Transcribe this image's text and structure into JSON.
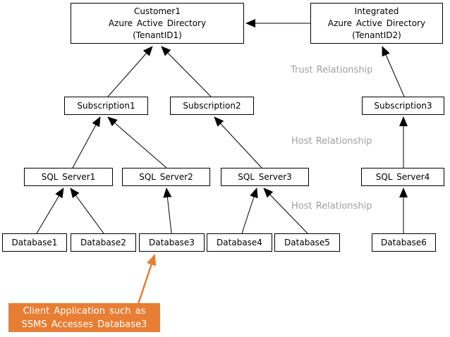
{
  "diagram": {
    "nodes": {
      "customer_aad": {
        "lines": [
          "Customer1",
          "Azure Active Directory",
          "(TenantID1)"
        ]
      },
      "integrated_aad": {
        "lines": [
          "Integrated",
          "Azure Active Directory",
          "(TenantID2)"
        ]
      },
      "subscription1": {
        "label": "Subscription1"
      },
      "subscription2": {
        "label": "Subscription2"
      },
      "subscription3": {
        "label": "Subscription3"
      },
      "sql_server1": {
        "label": "SQL Server1"
      },
      "sql_server2": {
        "label": "SQL Server2"
      },
      "sql_server3": {
        "label": "SQL Server3"
      },
      "sql_server4": {
        "label": "SQL Server4"
      },
      "database1": {
        "label": "Database1"
      },
      "database2": {
        "label": "Database2"
      },
      "database3": {
        "label": "Database3"
      },
      "database4": {
        "label": "Database4"
      },
      "database5": {
        "label": "Database5"
      },
      "database6": {
        "label": "Database6"
      }
    },
    "relationship_labels": {
      "trust": "Trust Relationship",
      "host_upper": "Host Relationship",
      "host_lower": "Host Relationship"
    },
    "callout": {
      "lines": [
        "Client Application such as",
        "SSMS Accesses Database3"
      ]
    },
    "colors": {
      "box_background": "#FFFFFF",
      "box_border": "#000000",
      "arrow": "#000000",
      "relationship_label_text": "#A0A0A0",
      "callout_background": "#E87E33",
      "callout_text": "#FFFFFF",
      "callout_arrow": "#E87E33"
    }
  }
}
